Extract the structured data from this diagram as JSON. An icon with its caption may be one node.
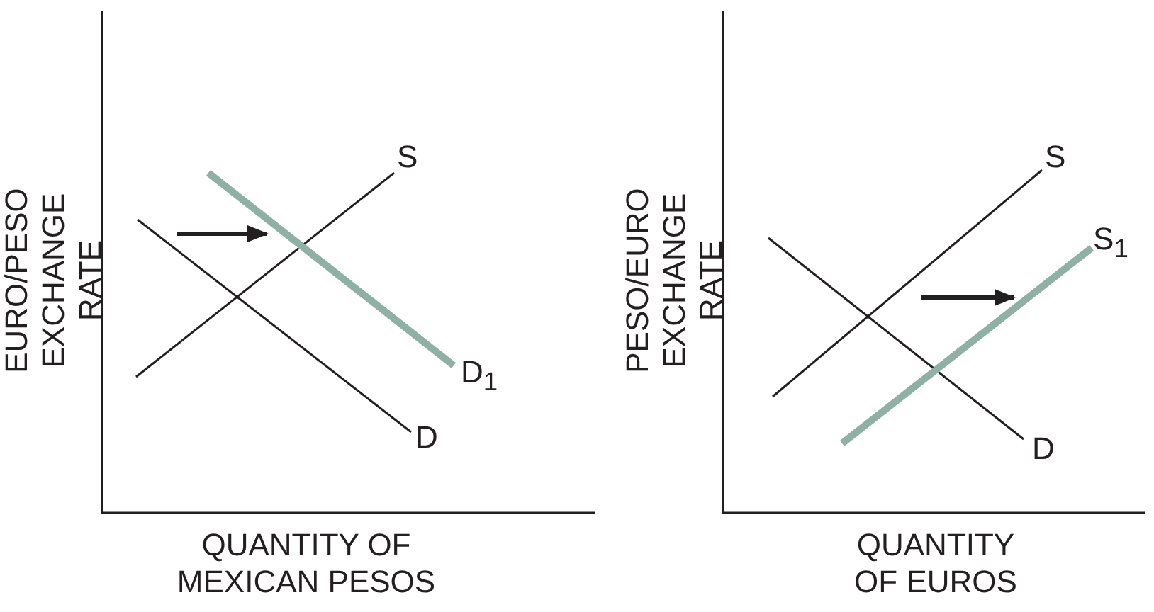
{
  "diagram": {
    "labels": [
      "EURO/PESO EXCHANGE RATE",
      "S",
      "D$_{1}$",
      "D",
      "QUANTITY OF MEXICAN PESOS",
      "PESO/EURO EXCHANGE RATE",
      "S",
      "S$_{1}$",
      "D",
      "QUANTITY OF EUROS"
    ]
  }
}
